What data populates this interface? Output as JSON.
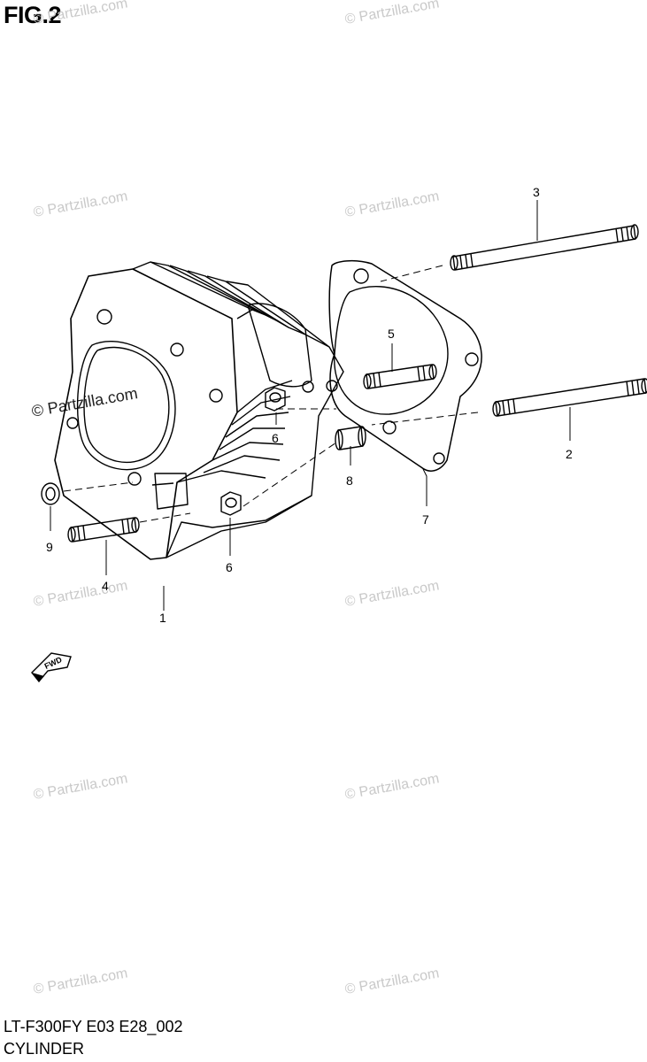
{
  "figure": {
    "title": "FIG.2",
    "code": "LT-F300FY E03 E28_002",
    "name": "CYLINDER"
  },
  "watermark": "© Partzilla.com",
  "forward_marker": "FWD",
  "callouts": [
    "1",
    "2",
    "3",
    "4",
    "5",
    "6",
    "6",
    "7",
    "8",
    "9"
  ]
}
